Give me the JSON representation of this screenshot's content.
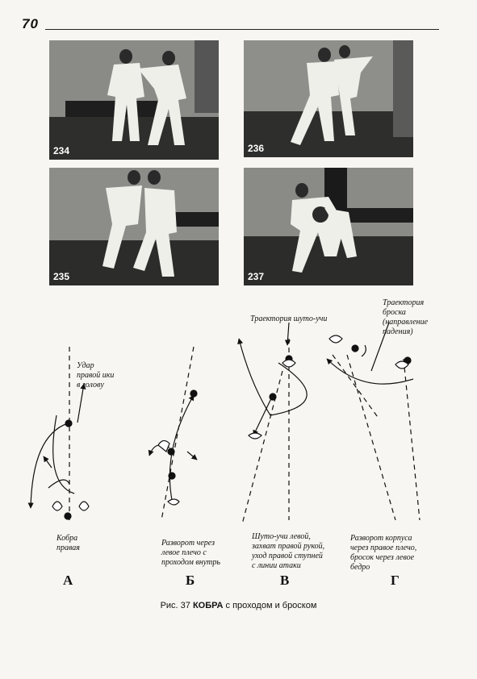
{
  "page_number": "70",
  "photos": [
    {
      "number": "234"
    },
    {
      "number": "235"
    },
    {
      "number": "236"
    },
    {
      "number": "237"
    }
  ],
  "diagrams": {
    "A": {
      "letter": "А",
      "label_top": "Удар\nправой ики\nв голову",
      "label_bottom": "Кобра\nправая"
    },
    "B": {
      "letter": "Б",
      "label_bottom": "Разворот через\nлевое плечо с\nпроходом внутрь"
    },
    "V": {
      "letter": "В",
      "label_top": "Траектория шуто-учи",
      "label_bottom": "Шуто-учи левой,\nзахват правой рукой,\nуход правой ступней\nс линии атаки"
    },
    "G": {
      "letter": "Г",
      "label_top": "Траектория\nброска\n(направление\nпадения)",
      "label_bottom": "Разворот корпуса\nчерез правое плечо,\nбросок через левое\nбедро"
    }
  },
  "caption": {
    "prefix": "Рис. 37",
    "bold": "КОБРА",
    "rest": "с проходом и броском"
  }
}
